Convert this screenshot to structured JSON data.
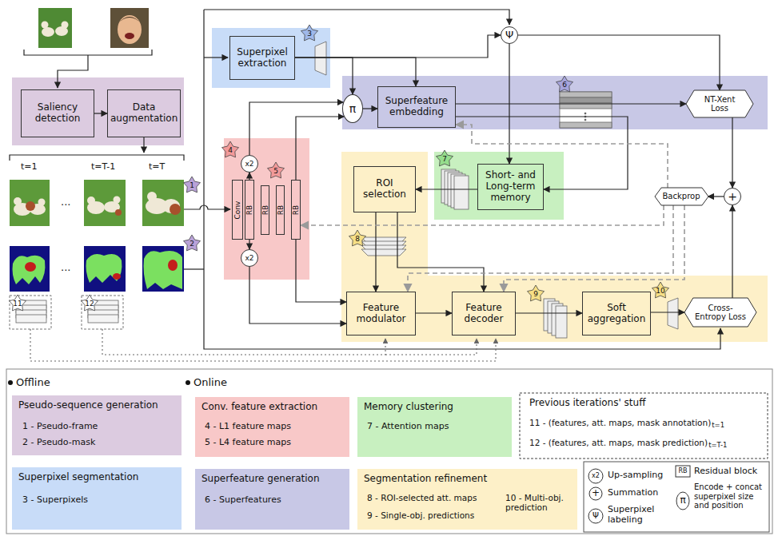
{
  "diagram": {
    "nodes": [
      {
        "text": [
          "Saliency detection"
        ]
      },
      {
        "text": [
          "Data augmentation"
        ]
      },
      {
        "text": [
          "Superpixel extraction"
        ]
      },
      {
        "text": [
          "Superfeature embedding"
        ]
      },
      {
        "text": [
          "ROI selection"
        ]
      },
      {
        "text": [
          "Short- and Long-term memory"
        ]
      },
      {
        "text": [
          "Feature modulator"
        ]
      },
      {
        "text": [
          "Feature decoder"
        ]
      },
      {
        "text": [
          "Soft aggregation"
        ]
      },
      {
        "text": [
          "NT-Xent Loss"
        ]
      },
      {
        "text": [
          "Backprop"
        ]
      },
      {
        "text": [
          "Cross-Entropy Loss"
        ]
      },
      {
        "text": [
          "Conv"
        ]
      },
      {
        "text": [
          "RB"
        ]
      },
      {
        "text": [
          "RB"
        ]
      },
      {
        "text": [
          "RB"
        ]
      },
      {
        "text": [
          "RB"
        ]
      },
      {
        "text": [
          "Ψ"
        ]
      },
      {
        "text": [
          "π"
        ]
      },
      {
        "text": [
          "x2"
        ]
      },
      {
        "text": [
          "x2"
        ]
      },
      {
        "text": [
          "+"
        ]
      }
    ],
    "edges": [
      {
        "from": 0,
        "to": 1,
        "arrow": "to"
      },
      {
        "from": 2,
        "to": 3,
        "arrow": "to"
      },
      {
        "from": 2,
        "to": 18,
        "arrow": "to"
      },
      {
        "from": 2,
        "to": 17,
        "arrow": "to"
      },
      {
        "from": 17,
        "to": 9,
        "arrow": "to"
      },
      {
        "from": 17,
        "to": 5,
        "arrow": "to"
      },
      {
        "from": 19,
        "to": 18,
        "arrow": "to"
      },
      {
        "from": 16,
        "to": 18,
        "arrow": "to"
      },
      {
        "from": 18,
        "to": 3,
        "arrow": "to"
      },
      {
        "from": 3,
        "to": 9,
        "arrow": "to"
      },
      {
        "from": 3,
        "to": 5,
        "arrow": "to"
      },
      {
        "from": 5,
        "to": 4,
        "arrow": "to"
      },
      {
        "from": 4,
        "to": 6,
        "arrow": "to"
      },
      {
        "from": 4,
        "to": 7,
        "arrow": "to"
      },
      {
        "from": 20,
        "to": 6,
        "arrow": "to"
      },
      {
        "from": 16,
        "to": 6,
        "arrow": "to"
      },
      {
        "from": 6,
        "to": 7,
        "arrow": "to"
      },
      {
        "from": 7,
        "to": 8,
        "arrow": "to"
      },
      {
        "from": 8,
        "to": 11,
        "arrow": "to"
      },
      {
        "from": 9,
        "to": 21,
        "arrow": "to"
      },
      {
        "from": 11,
        "to": 21,
        "arrow": "to"
      },
      {
        "from": 21,
        "to": 10,
        "arrow": "to"
      },
      {
        "from": 10,
        "to": 3,
        "arrow": "to"
      },
      {
        "from": 10,
        "to": 16,
        "arrow": "to"
      },
      {
        "from": 10,
        "to": 6,
        "arrow": "to"
      },
      {
        "from": 10,
        "to": 7,
        "arrow": "to"
      },
      {
        "from": 13,
        "to": 19,
        "arrow": "to"
      },
      {
        "from": 13,
        "to": 20,
        "arrow": "to"
      }
    ],
    "labels": [
      "t=1",
      "t=T-1",
      "t=T",
      "...",
      "...",
      "1",
      "2",
      "3",
      "4",
      "5",
      "6",
      "7",
      "8",
      "9",
      "10",
      "11",
      "12",
      "Offline",
      "1 - Pseudo-frame",
      "2 - Pseudo-mask",
      "3 - Superpixels",
      "Online",
      "4 - L1 feature maps",
      "5 - L4 feature maps",
      "7 - Attention maps",
      "6 - Superfeatures",
      "8 - ROI-selected att. maps",
      "9 - Single-obj. predictions",
      "10 - Multi-obj. prediction",
      "Previous iterations' stuff",
      "11 - (features, att. maps, mask annotation)",
      "t=1",
      "12 - (features, att. maps, mask prediction)",
      "t=T-1",
      "x2",
      "+",
      "RB",
      "Ψ",
      "π"
    ],
    "legend": [
      {
        "text": "Pseudo-sequence generation",
        "color": "#dccbe0"
      },
      {
        "text": "Superpixel segmentation",
        "color": "#c8dcf8"
      },
      {
        "text": "Conv. feature extraction",
        "color": "#f8c8c8"
      },
      {
        "text": "Memory clustering",
        "color": "#c8f0c0"
      },
      {
        "text": "Superfeature generation",
        "color": "#c8c8e6"
      },
      {
        "text": "Segmentation refinement",
        "color": "#fdf0c8"
      },
      {
        "text": "Up-sampling"
      },
      {
        "text": "Summation"
      },
      {
        "text": "Residual block"
      },
      {
        "text": "Superpixel labeling"
      },
      {
        "text": "Encode + concat superpixel size and position"
      }
    ]
  }
}
